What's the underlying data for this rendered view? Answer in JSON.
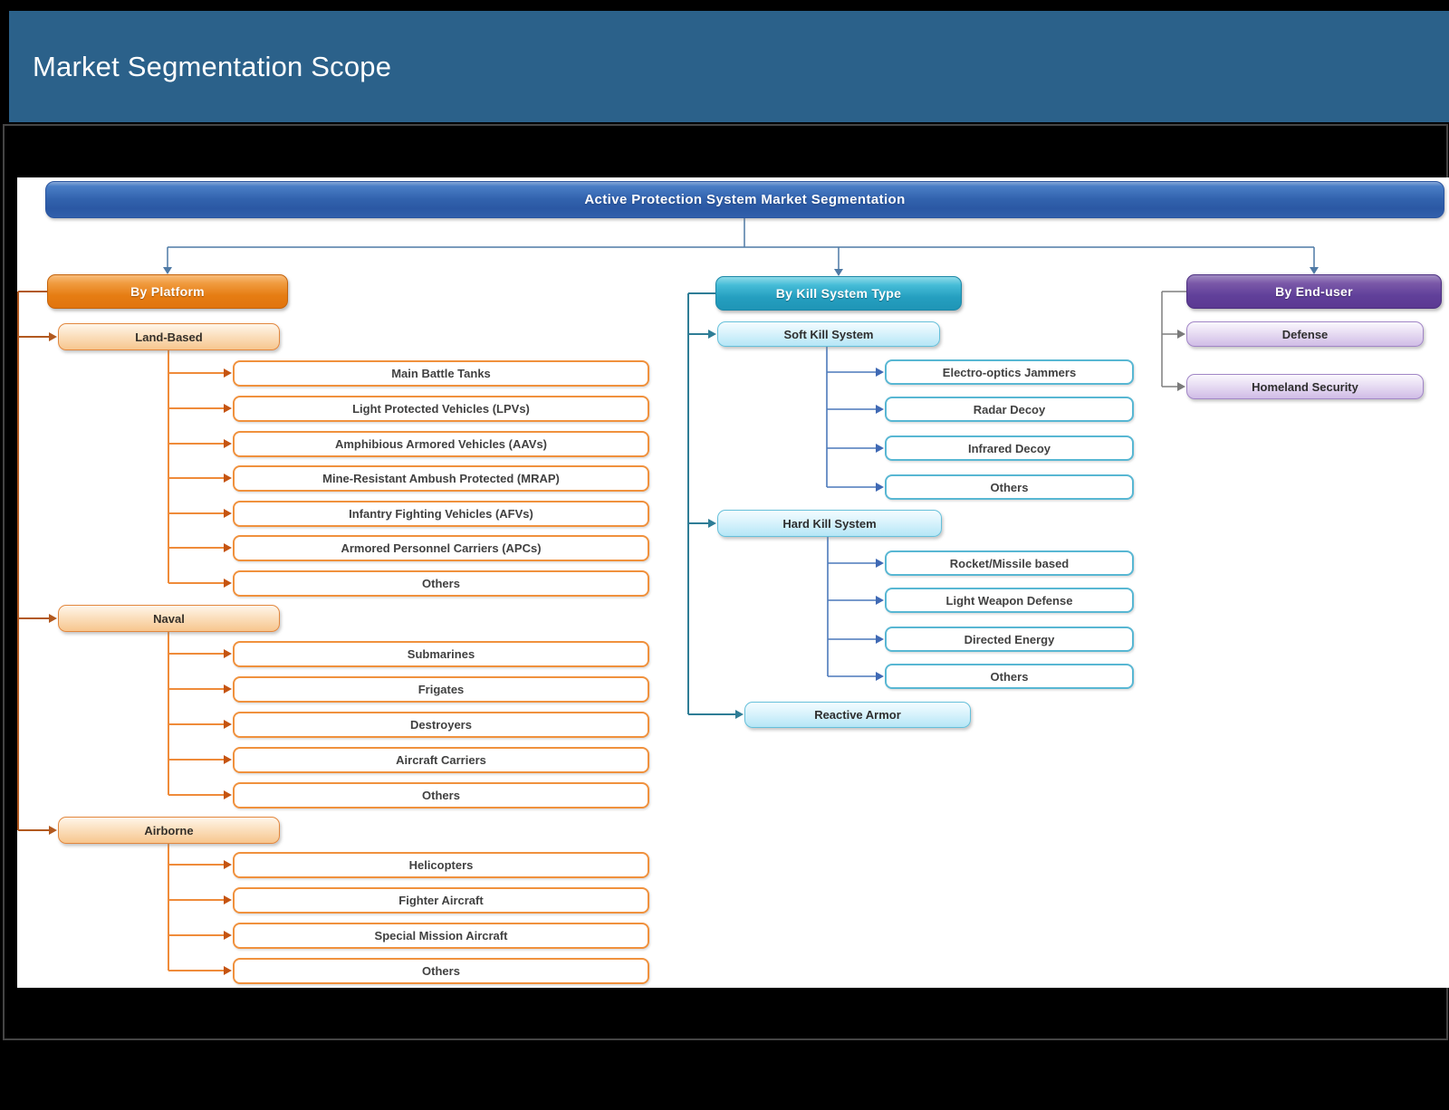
{
  "page": {
    "title": "Market Segmentation Scope"
  },
  "diagram": {
    "root_label": "Active Protection System Market Segmentation",
    "platform": {
      "label": "By Platform",
      "groups": [
        {
          "label": "Land-Based",
          "items": [
            "Main Battle Tanks",
            "Light Protected Vehicles (LPVs)",
            "Amphibious Armored Vehicles (AAVs)",
            "Mine-Resistant Ambush Protected (MRAP)",
            "Infantry Fighting Vehicles (AFVs)",
            "Armored Personnel Carriers (APCs)",
            "Others"
          ]
        },
        {
          "label": "Naval",
          "items": [
            "Submarines",
            "Frigates",
            "Destroyers",
            "Aircraft Carriers",
            "Others"
          ]
        },
        {
          "label": "Airborne",
          "items": [
            "Helicopters",
            "Fighter Aircraft",
            "Special Mission Aircraft",
            "Others"
          ]
        }
      ]
    },
    "kill_system": {
      "label": "By Kill System Type",
      "groups": [
        {
          "label": "Soft Kill System",
          "items": [
            "Electro-optics Jammers",
            "Radar Decoy",
            "Infrared Decoy",
            "Others"
          ]
        },
        {
          "label": "Hard Kill System",
          "items": [
            "Rocket/Missile based",
            "Light Weapon Defense",
            "Directed Energy",
            "Others"
          ]
        }
      ],
      "standalone": "Reactive Armor"
    },
    "end_user": {
      "label": "By End-user",
      "items": [
        "Defense",
        "Homeland Security"
      ]
    }
  },
  "colors": {
    "header_bar": "#2b618a",
    "root_banner_blue": "#3263ae",
    "platform_accent": "#e6800f",
    "platform_light": "#f9d4a6",
    "kill_accent": "#2aa5c5",
    "kill_light": "#cdeffb",
    "end_user_accent": "#62409a",
    "end_user_light": "#dccbec",
    "connector_top": "#4f7aa5",
    "connector_platform": "#b2591f",
    "connector_orange": "#ef8b3a",
    "connector_kill": "#2f7d96",
    "connector_blue": "#4c79bb",
    "connector_gray": "#7f7f7f"
  }
}
